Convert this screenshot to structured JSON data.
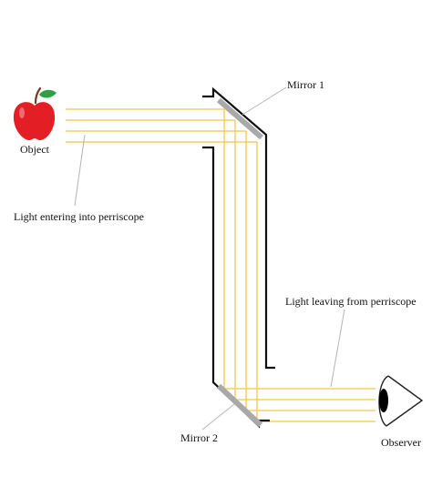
{
  "labels": {
    "object": "Object",
    "mirror1": "Mirror 1",
    "mirror2": "Mirror 2",
    "observer": "Observer",
    "light_in": "Light entering into perriscope",
    "light_out": "Light leaving from perriscope"
  },
  "icons": {
    "object": "apple-icon",
    "observer": "eye-icon"
  },
  "colors": {
    "light_ray": "#f3c548",
    "mirror": "#a9a9a9",
    "tube": "#111111",
    "leader_line": "#b5b5b5",
    "apple": "#e31e24",
    "leaf": "#2ea043",
    "stem": "#6b3d1a"
  }
}
